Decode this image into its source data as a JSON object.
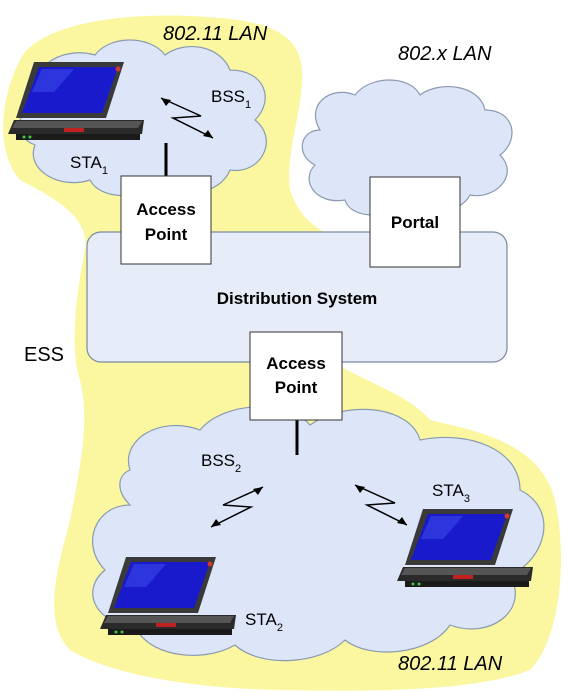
{
  "labels": {
    "lan_top": "802.11 LAN",
    "lan_x": "802.x LAN",
    "lan_bottom": "802.11 LAN",
    "ess": "ESS",
    "distribution_system": "Distribution System",
    "portal": "Portal",
    "ap_top_line1": "Access",
    "ap_top_line2": "Point",
    "ap_bottom_line1": "Access",
    "ap_bottom_line2": "Point",
    "bss1": "BSS",
    "bss1_sub": "1",
    "bss2": "BSS",
    "bss2_sub": "2",
    "sta1": "STA",
    "sta1_sub": "1",
    "sta2": "STA",
    "sta2_sub": "2",
    "sta3": "STA",
    "sta3_sub": "3"
  },
  "colors": {
    "ess_fill": "#fbf7a0",
    "cloud_fill": "#dce6f8",
    "cloud_stroke": "#8a9ab0",
    "box_fill": "#ffffff",
    "ds_fill": "#e6ecf8",
    "laptop_screen": "#1a1acd",
    "laptop_body": "#2a2a2a"
  },
  "icons": [
    "laptop-icon",
    "wireless-link-icon"
  ]
}
